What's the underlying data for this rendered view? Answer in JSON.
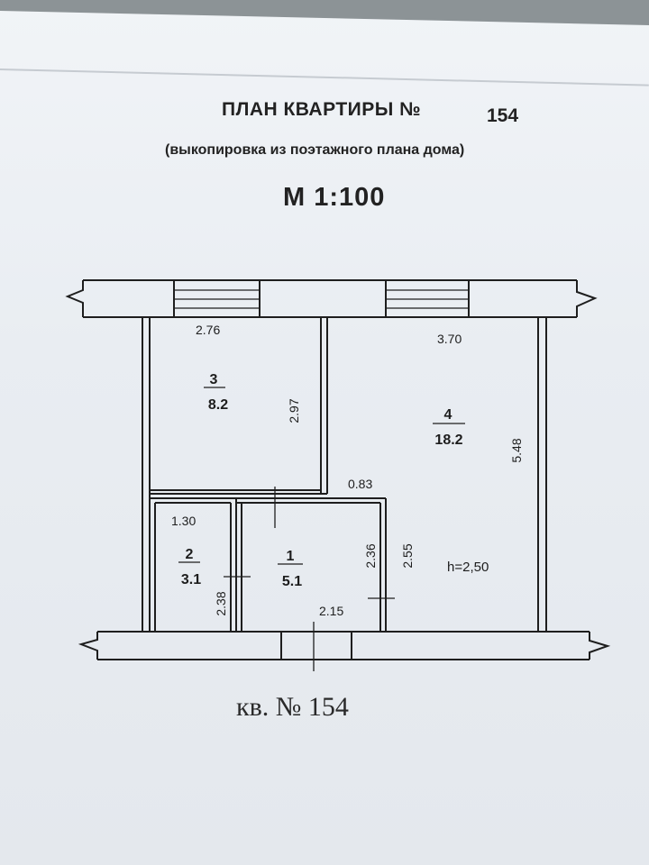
{
  "header": {
    "title": "ПЛАН КВАРТИРЫ №",
    "title_number": "154",
    "subtitle": "(выкопировка из поэтажного плана дома)",
    "scale": "М 1:100"
  },
  "rooms": [
    {
      "number": "3",
      "area": "8.2"
    },
    {
      "number": "4",
      "area": "18.2"
    },
    {
      "number": "2",
      "area": "3.1"
    },
    {
      "number": "1",
      "area": "5.1"
    }
  ],
  "dimensions": {
    "room3_width": "2.76",
    "room3_length": "2.97",
    "room4_width": "3.70",
    "room4_length": "5.48",
    "room4_length_lower": "2.55",
    "step": "0.83",
    "room2_width": "1.30",
    "room2_length": "2.38",
    "room1_length": "2.36",
    "room1_width": "2.15"
  },
  "ceiling_height": "h=2,50",
  "caption": "кв. № 154",
  "colors": {
    "ink": "#1e1e1e",
    "paper": "#eef1f5"
  }
}
